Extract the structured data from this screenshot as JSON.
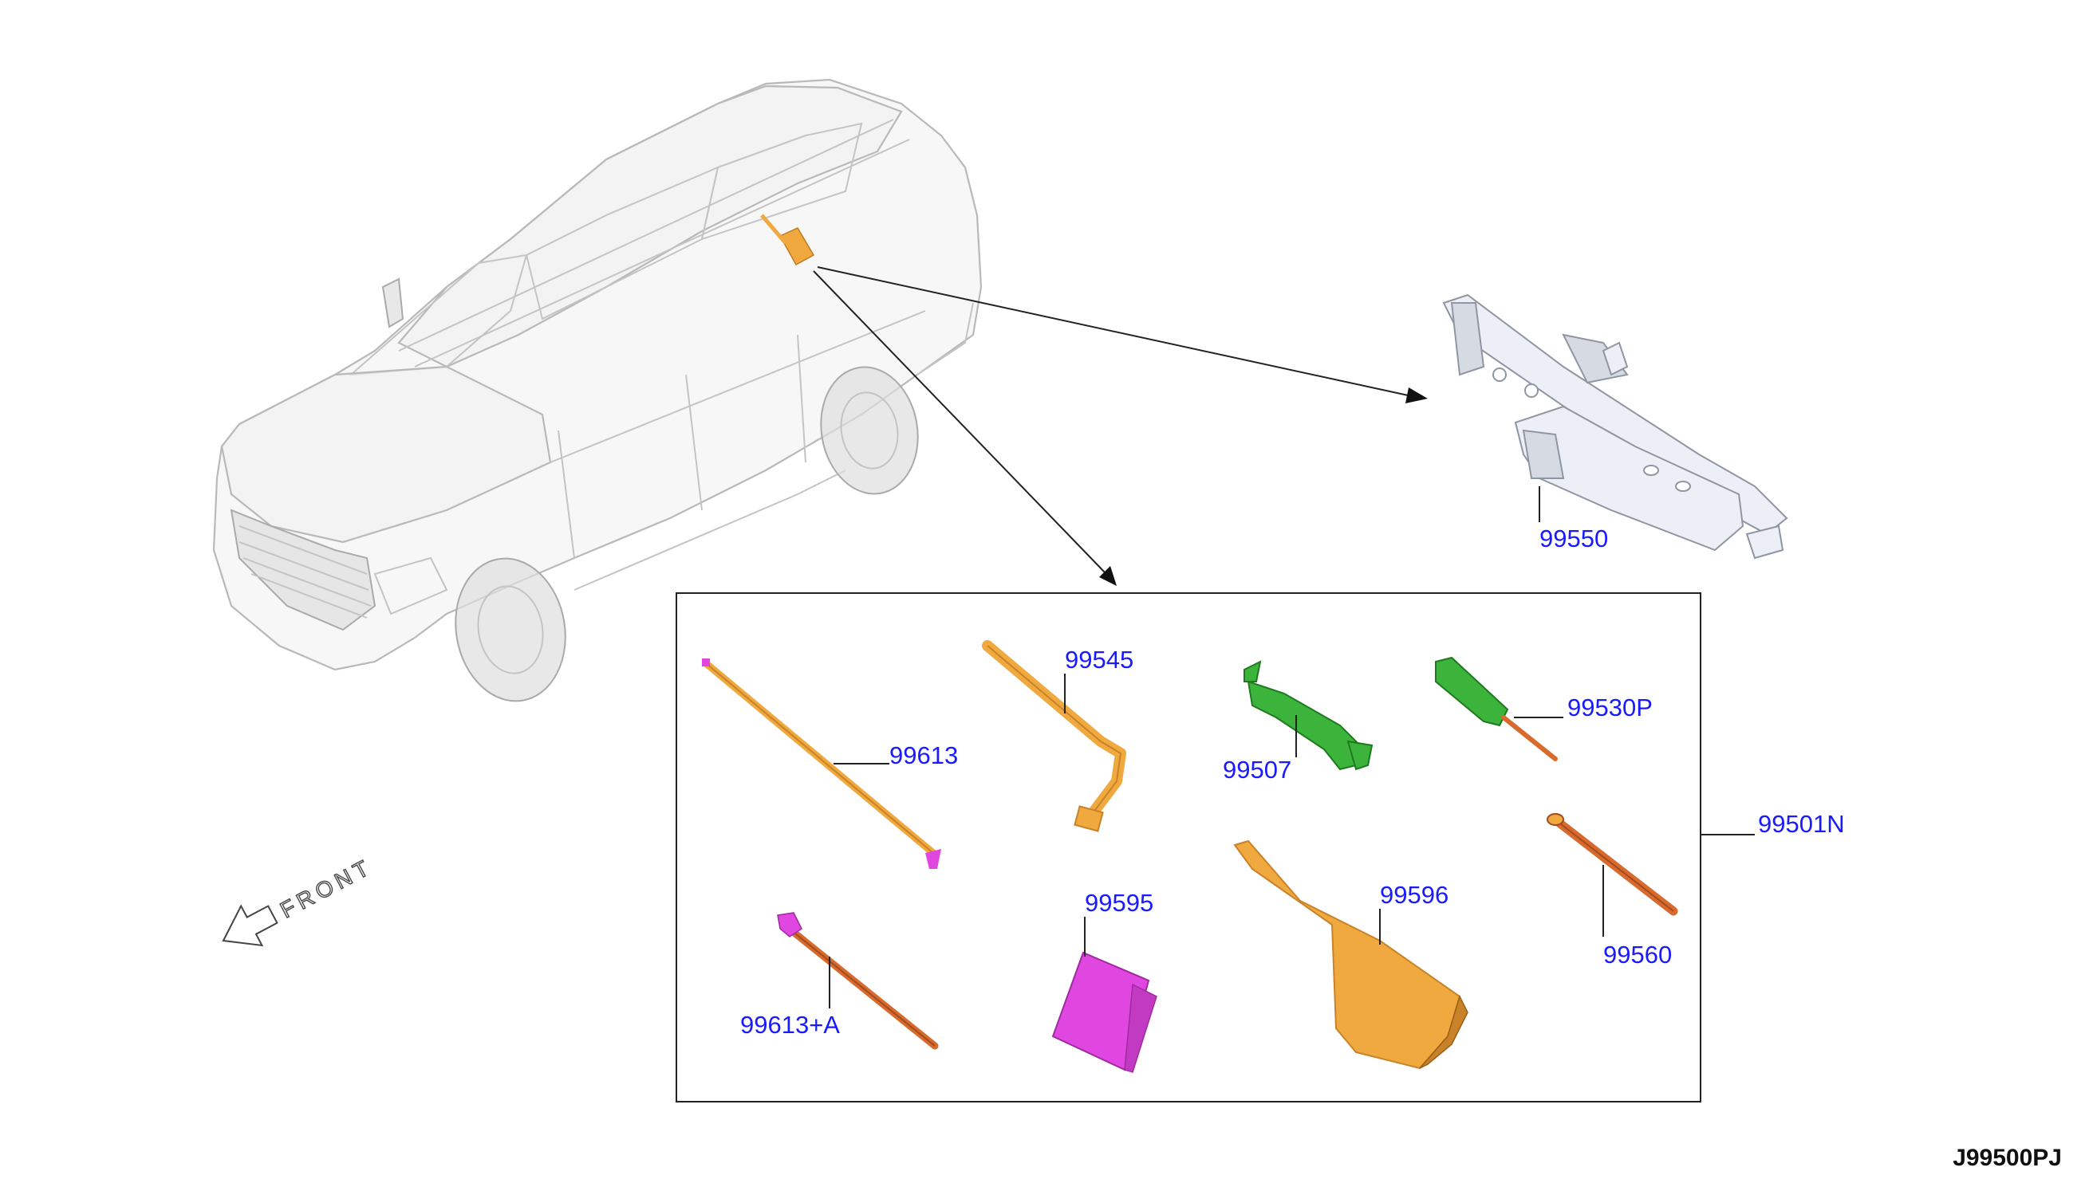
{
  "diagram_code": "J99500PJ",
  "front_label": "FRONT",
  "parts": {
    "jack": "99550",
    "tool_kit": "99501N",
    "extension_bar": "99613",
    "extension_bar_a": "99613+A",
    "wheel_nut_wrench": "99545",
    "spanner": "99507",
    "screwdriver": "99530P",
    "tool_bag": "99595",
    "hook": "99596",
    "tow_hook": "99560"
  },
  "colors": {
    "orange": "#f0a93e",
    "magenta": "#e046e0",
    "green": "#3cb43c",
    "rust": "#d86a2e",
    "label_blue": "#1a1aff"
  }
}
